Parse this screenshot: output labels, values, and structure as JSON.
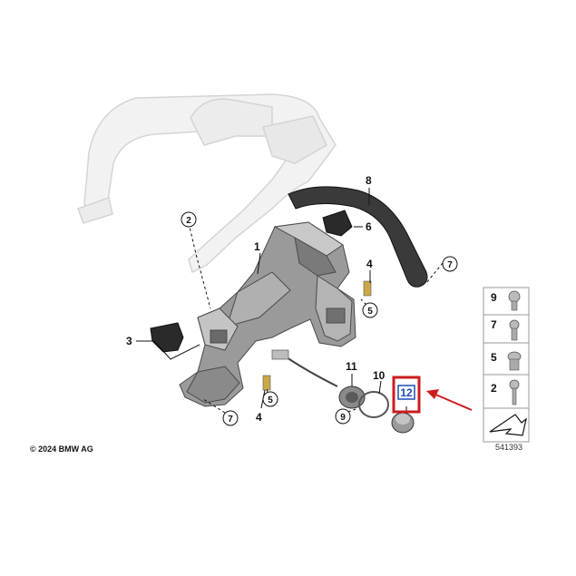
{
  "copyright": "© 2024 BMW AG",
  "reference_number": "541393",
  "part_labels": [
    "1",
    "3",
    "4",
    "4",
    "6",
    "8",
    "10",
    "11"
  ],
  "circled_labels": [
    "2",
    "5",
    "5",
    "7",
    "7",
    "9"
  ],
  "highlighted_part": "12",
  "highlight_color": "#cc1d1d",
  "legend": [
    "9",
    "7",
    "5",
    "2"
  ]
}
